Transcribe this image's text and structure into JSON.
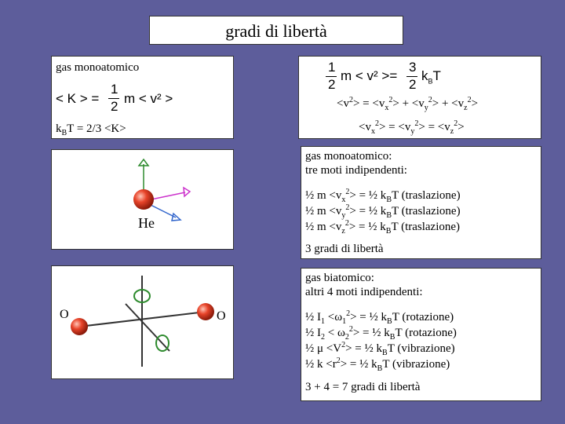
{
  "title": "gradi di libertà",
  "panel_top_left": {
    "heading": "gas monoatomico",
    "k_lhs": "< K > =",
    "frac_num": "1",
    "frac_den": "2",
    "k_rhs": "m < v² >",
    "kbt_prefix": "k",
    "kbt_sub": "B",
    "kbt_suffix": "T = 2/3 <K>"
  },
  "panel_top_right": {
    "f1_num": "1",
    "f1_den": "2",
    "mid": "m < v² >=",
    "f2_num": "3",
    "f2_den": "2",
    "kbt": "kBT",
    "eq1": "<v2> = <vx2> + <vy2> + <vz2>",
    "eq2": "<vx2> = <vy2> = <vz2>"
  },
  "panel_he_image": {
    "label": "He"
  },
  "panel_mono": {
    "line1": "gas monoatomico:",
    "line2": "tre moti indipendenti:",
    "rows": [
      "½ m <vx2> = ½ kBT (traslazione)",
      "½ m <vy2> = ½ kBT (traslazione)",
      "½ m <vz2> = ½ kBT (traslazione)"
    ],
    "footer": "3 gradi di libertà"
  },
  "panel_o2_image": {
    "label_left": "O",
    "label_right": "O"
  },
  "panel_bi": {
    "line1": "gas biatomico:",
    "line2": "altri 4 moti indipendenti:",
    "rows": [
      "½ I1 <ω12> = ½ kBT (rotazione)",
      "½ I2 < ω22> = ½ kBT (rotazione)",
      "½ μ <V2> = ½ kBT (vibrazione)",
      "½ k <r2> = ½ kBT (vibrazione)"
    ],
    "footer": "3 + 4 = 7 gradi di libertà"
  },
  "colors": {
    "background": "#5d5d9b",
    "panel": "#ffffff",
    "sphere": "#e8442a",
    "arrow_green": "#2e8b2e",
    "arrow_magenta": "#cc33cc",
    "arrow_blue": "#3366cc"
  }
}
